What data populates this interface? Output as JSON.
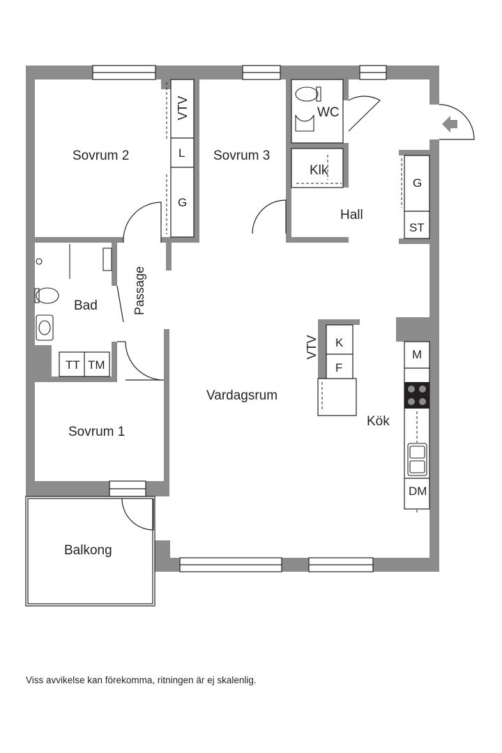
{
  "rooms": {
    "sovrum2": "Sovrum 2",
    "sovrum3": "Sovrum 3",
    "sovrum1": "Sovrum 1",
    "wc": "WC",
    "klk": "Klk",
    "hall": "Hall",
    "bad": "Bad",
    "passage": "Passage",
    "vardagsrum": "Vardagsrum",
    "kok": "Kök",
    "balkong": "Balkong"
  },
  "fixtures": {
    "vtv": "VTV",
    "l": "L",
    "g": "G",
    "st": "ST",
    "k": "K",
    "f": "F",
    "m": "M",
    "tt": "TT",
    "tm": "TM",
    "dm": "DM"
  },
  "disclaimer": "Viss avvikelse kan förekomma, ritningen är ej skalenlig.",
  "colors": {
    "wall": "#8c8c8c",
    "line": "#231f20",
    "background": "#ffffff"
  }
}
